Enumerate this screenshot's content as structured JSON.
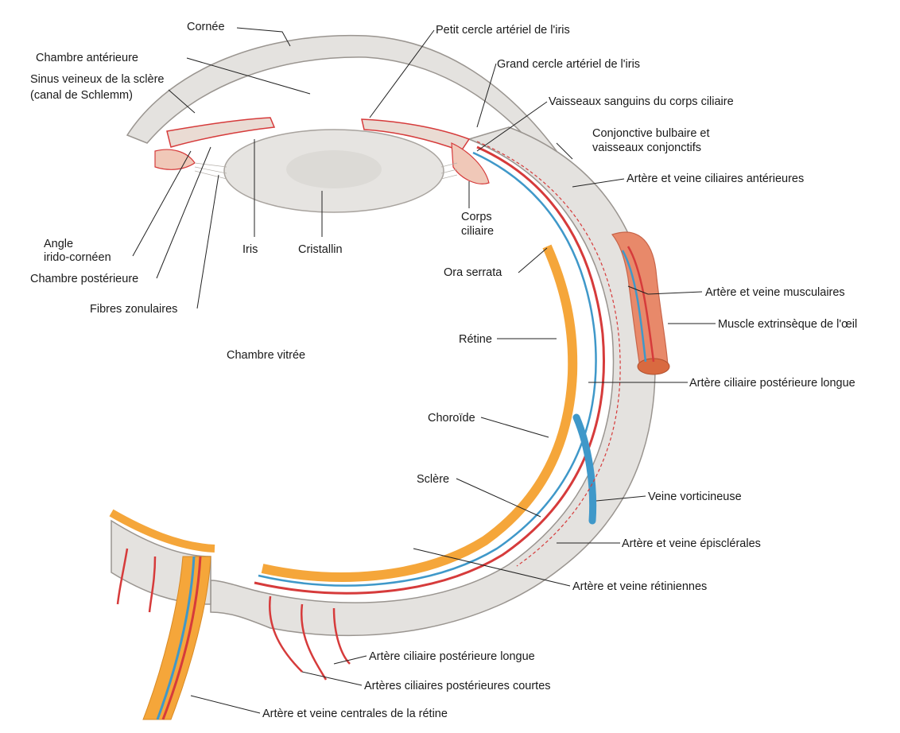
{
  "labels": {
    "cornee": "Cornée",
    "chambre_anterieure": "Chambre antérieure",
    "sinus_1": "Sinus veineux de la sclère",
    "sinus_2": "(canal de Schlemm)",
    "angle_1": "Angle",
    "angle_2": "irido-cornéen",
    "chambre_posterieure": "Chambre postérieure",
    "fibres_zonulaires": "Fibres zonulaires",
    "iris": "Iris",
    "cristallin": "Cristallin",
    "petit_cercle": "Petit cercle artériel de l'iris",
    "grand_cercle": "Grand cercle artériel de l'iris",
    "vaisseaux_ciliaire": "Vaisseaux sanguins du corps ciliaire",
    "conjonctive_1": "Conjonctive bulbaire et",
    "conjonctive_2": "vaisseaux conjonctifs",
    "ciliaires_anterieures": "Artère et veine ciliaires antérieures",
    "corps_1": "Corps",
    "corps_2": "ciliaire",
    "ora_serrata": "Ora serrata",
    "musculaires": "Artère et veine musculaires",
    "muscle": "Muscle extrinsèque de l'œil",
    "retine": "Rétine",
    "chambre_vitree": "Chambre vitrée",
    "ciliaire_post_longue": "Artère ciliaire postérieure longue",
    "choroide": "Choroïde",
    "sclere": "Sclère",
    "veine_vorticineuse": "Veine vorticineuse",
    "episclerales": "Artère et veine épisclérales",
    "retiniennes": "Artère et veine rétiniennes",
    "ciliaire_post_longue_2": "Artère ciliaire postérieure longue",
    "ciliaires_courtes": "Artères ciliaires postérieures courtes",
    "centrales": "Artère et veine centrales de la rétine"
  },
  "colors": {
    "sclera": "#e4e2df",
    "retina": "#f5a63a",
    "artery": "#d63b3b",
    "vein": "#3f98c9",
    "muscle": "#e8896a",
    "lens": "#e6e4e1"
  }
}
